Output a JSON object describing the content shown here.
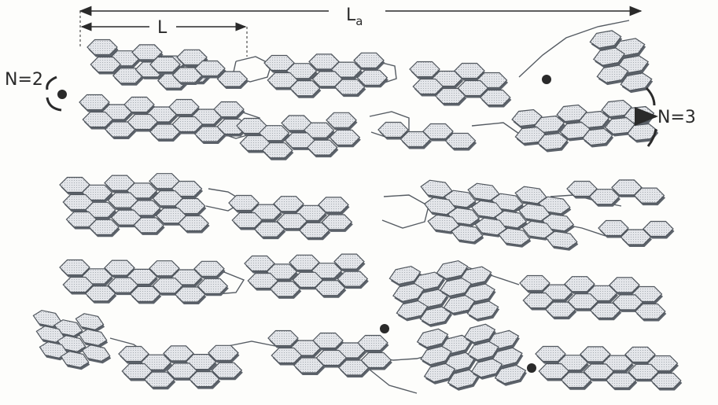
{
  "labels": {
    "L": "L",
    "La_main": "L",
    "La_sub": "a",
    "N2": "N=2",
    "N3": "N=3"
  },
  "colors": {
    "ring_fill": "#e4e6ea",
    "ring_stroke": "#4f555c",
    "shadow": "#5d636b",
    "link": "#555b62",
    "text": "#2a2a2a"
  },
  "figure": {
    "layers": 5,
    "description_free": true
  }
}
